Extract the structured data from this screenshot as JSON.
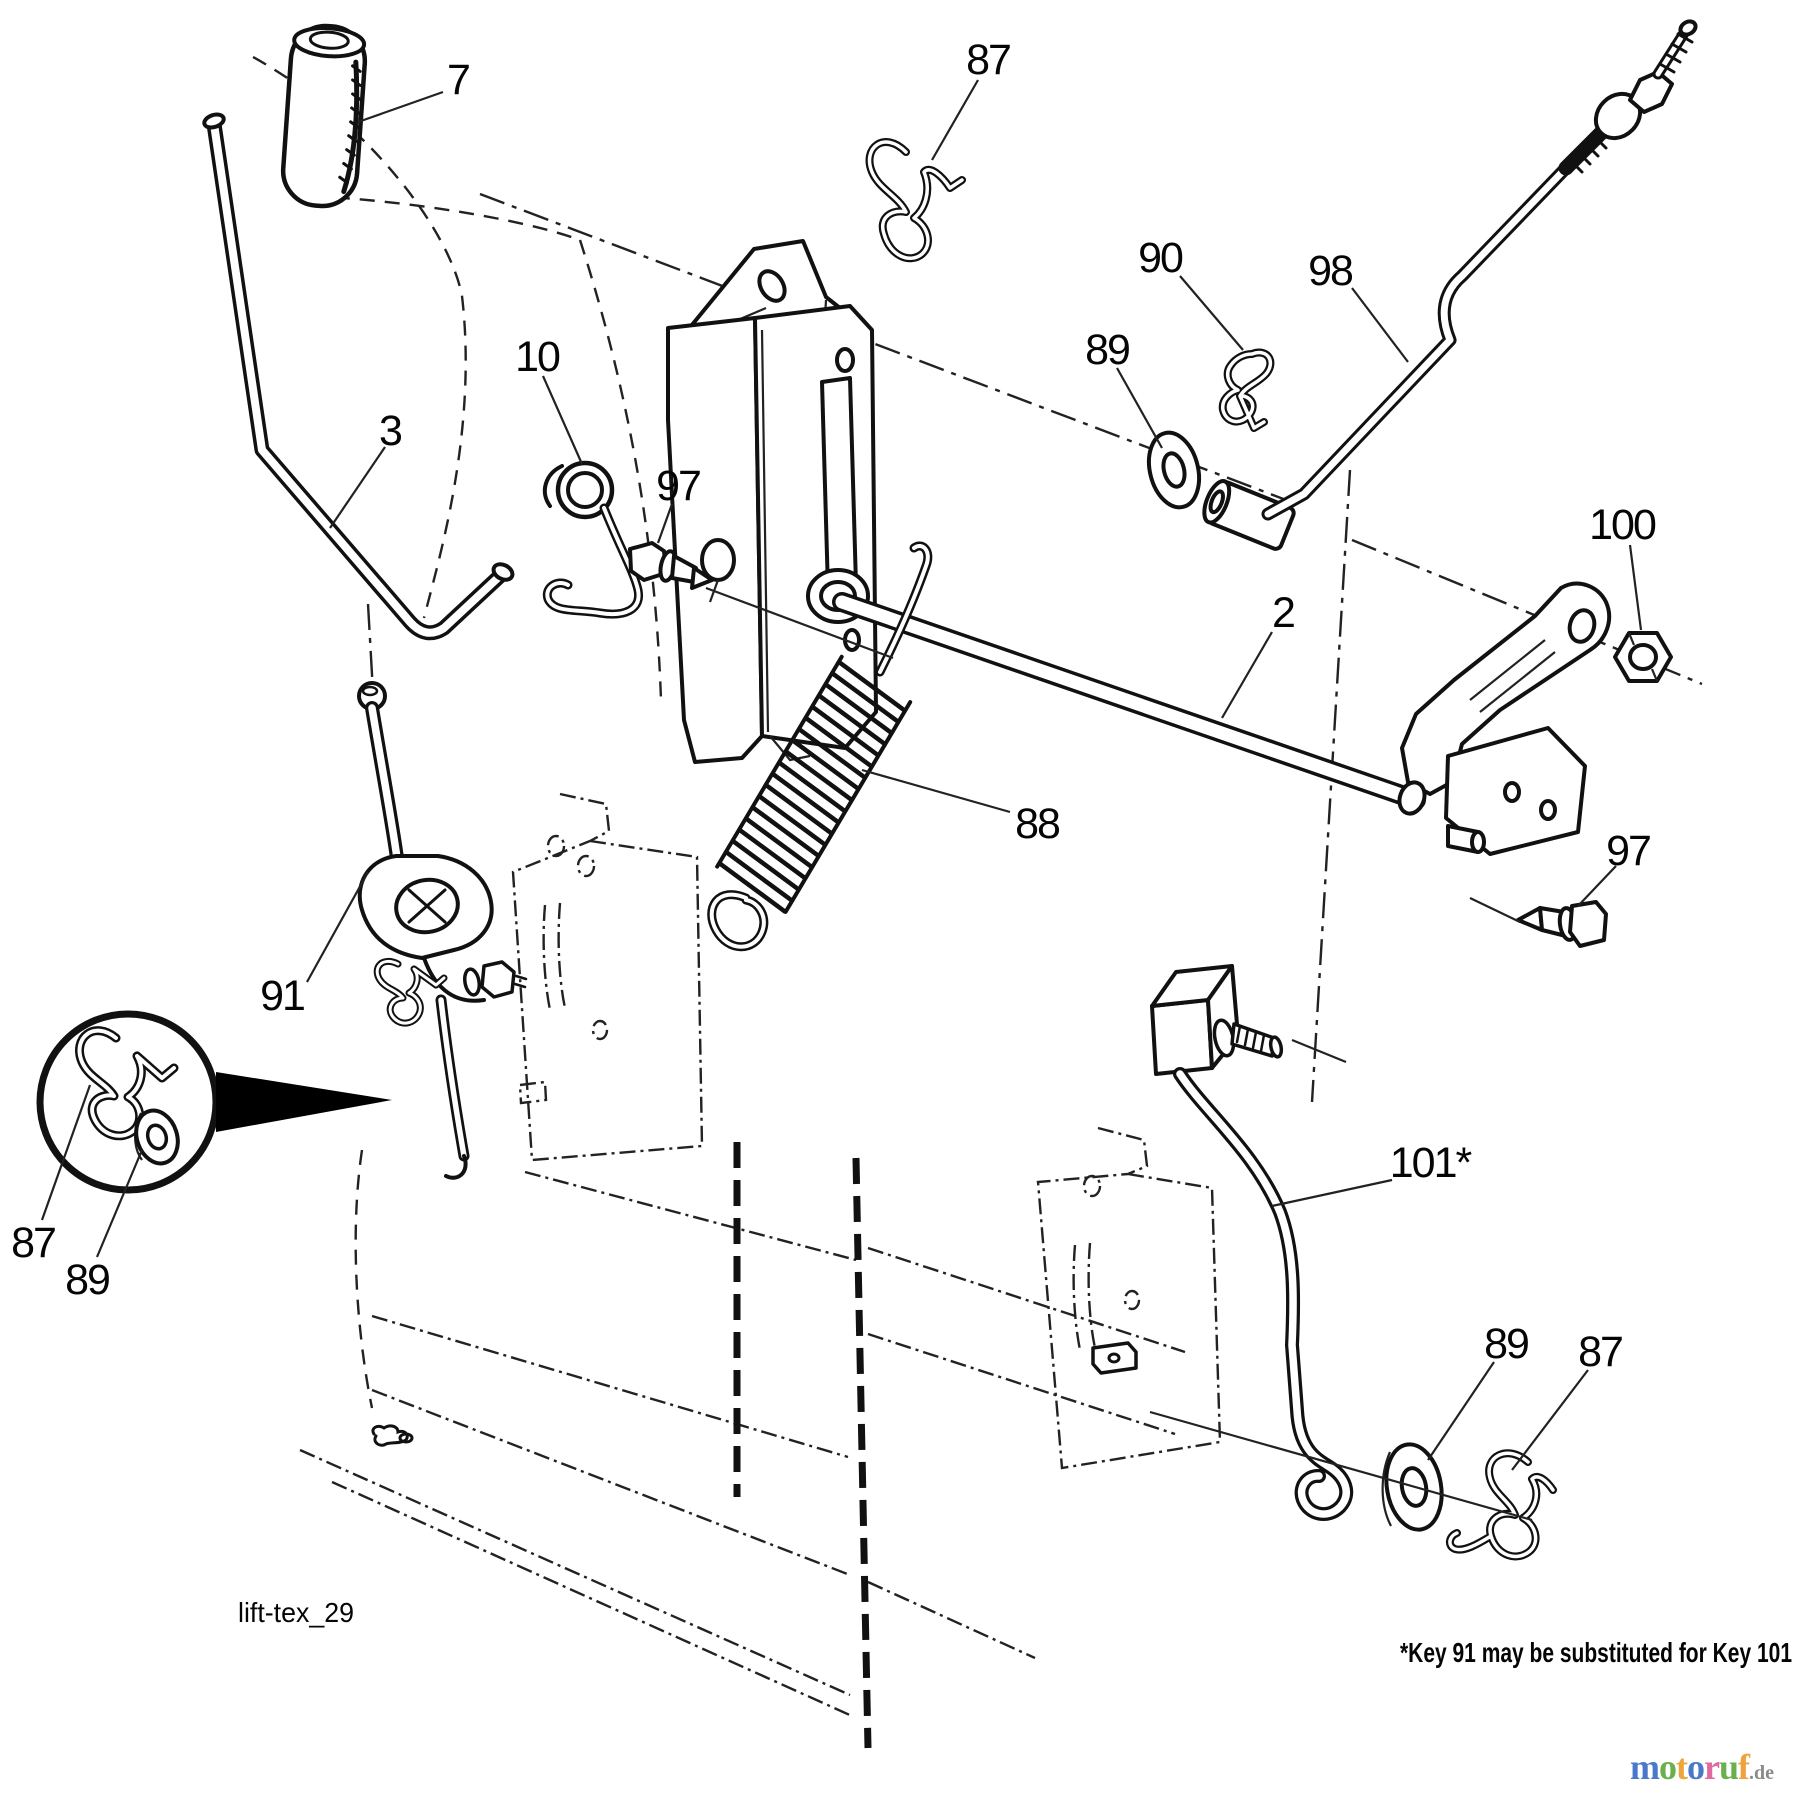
{
  "diagram": {
    "type": "exploded-parts-diagram",
    "subject": "tractor mower deck lift linkage",
    "background": "#ffffff",
    "line_color": "#1a1a1a"
  },
  "callouts": [
    {
      "id": "7",
      "text": "7"
    },
    {
      "id": "87-top",
      "text": "87"
    },
    {
      "id": "90",
      "text": "90"
    },
    {
      "id": "98",
      "text": "98"
    },
    {
      "id": "89-top",
      "text": "89"
    },
    {
      "id": "10",
      "text": "10"
    },
    {
      "id": "97-left",
      "text": "97"
    },
    {
      "id": "3",
      "text": "3"
    },
    {
      "id": "2",
      "text": "2"
    },
    {
      "id": "100",
      "text": "100"
    },
    {
      "id": "88",
      "text": "88"
    },
    {
      "id": "97-right",
      "text": "97"
    },
    {
      "id": "91",
      "text": "91"
    },
    {
      "id": "87-inset",
      "text": "87"
    },
    {
      "id": "89-inset",
      "text": "89"
    },
    {
      "id": "101",
      "text": "101*"
    },
    {
      "id": "89-bottom",
      "text": "89"
    },
    {
      "id": "87-bottom",
      "text": "87"
    }
  ],
  "footer": {
    "drawing_id": "lift-tex_29",
    "note": "*Key 91 may be substituted for Key 101"
  },
  "watermark": {
    "letters": [
      {
        "ch": "m",
        "color": "#4b79c9"
      },
      {
        "ch": "o",
        "color": "#6ab04c"
      },
      {
        "ch": "t",
        "color": "#eda63b"
      },
      {
        "ch": "o",
        "color": "#4b79c9"
      },
      {
        "ch": "r",
        "color": "#e2699f"
      },
      {
        "ch": "u",
        "color": "#6ab04c"
      },
      {
        "ch": "f",
        "color": "#f0a13e"
      }
    ],
    "suffix": ".de",
    "suffix_color": "#8a8a8a"
  }
}
